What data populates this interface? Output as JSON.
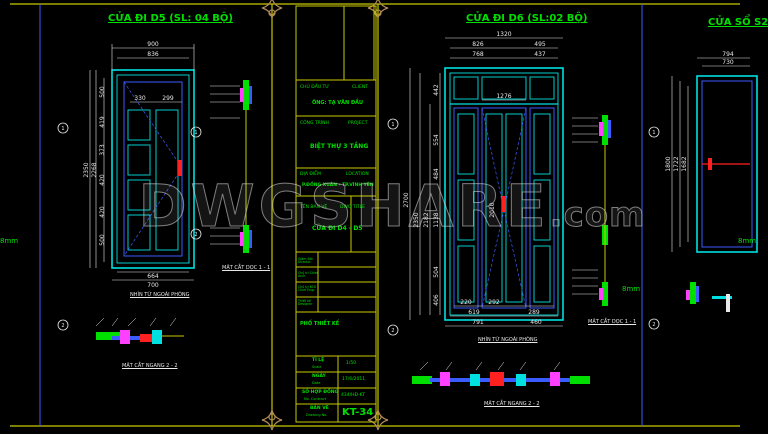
{
  "colors": {
    "background": "#000000",
    "frame_yellow": "#c8c800",
    "dim_white": "#e8e8e8",
    "cad_green": "#00e000",
    "cad_cyan": "#00e0e0",
    "cad_blue": "#3a5cff",
    "cad_red": "#ff2020",
    "cad_magenta": "#ff40ff",
    "ornament": "#b08a5a"
  },
  "drawings": {
    "d5": {
      "title": "CỬA ĐI D5 (SL: 04 BỘ)",
      "width_dims": [
        "900",
        "836"
      ],
      "inner_dims": [
        "330",
        "299"
      ],
      "height_total": [
        "2350",
        "2268"
      ],
      "height_parts": [
        "500",
        "419",
        "373",
        "420",
        "420",
        "500"
      ],
      "bottom_dims": [
        "664",
        "700"
      ],
      "caption_outside": "NHÌN TỪ NGOÀI PHÒNG",
      "section_vertical": "MẶT CẮT DỌC 1 - 1",
      "section_horizontal": "MẶT CẮT NGANG 2 - 2",
      "section_labels": [
        "1",
        "1",
        "2",
        "2"
      ]
    },
    "d6": {
      "title": "CỬA ĐI D6 (SL:02 BỘ)",
      "width_dims": [
        "1320",
        "826",
        "495",
        "768",
        "437"
      ],
      "transom_dim": "1276",
      "height_total": [
        "2700",
        "2350",
        "2182"
      ],
      "height_parts": [
        "442",
        "554",
        "484",
        "1138",
        "504",
        "406"
      ],
      "center_dim": "2010",
      "bottom_dims": [
        "220",
        "292",
        "619",
        "289",
        "791",
        "460"
      ],
      "caption_outside": "NHÌN TỪ NGOÀI PHÒNG",
      "section_vertical": "MẶT CẮT DỌC 1 - 1",
      "section_horizontal": "MẶT CẮT NGANG 2 - 2",
      "section_labels": [
        "1",
        "1",
        "2",
        "2"
      ],
      "detail_note": "8mm"
    },
    "s2": {
      "title": "CỬA SỔ S2",
      "width_dims": [
        "794",
        "730"
      ],
      "height_dims": [
        "1800",
        "1722",
        "1682"
      ],
      "detail_note": "8mm"
    },
    "left_edge_note": "8mm"
  },
  "title_block": {
    "owner_label": "CHỦ ĐẦU TƯ",
    "owner_label_en": "CLIENT",
    "owner_value": "ÔNG: TẠ VĂN ĐẦU",
    "project_label": "CÔNG TRÌNH",
    "project_label_en": "PROJECT",
    "project_value": "BIỆT THỰ 3 TẦNG",
    "location_label": "ĐỊA ĐIỂM",
    "location_label_en": "LOCATION",
    "location_value": "P.ĐỒNG XUÂN - TP.VĨNH YÊN",
    "drawing_label": "TÊN BẢN VẼ",
    "drawing_label_en": "DWG TITLE",
    "drawing_value": "CỬA ĐI D4 - D5",
    "role_rows": [
      "Giám đốc Director",
      "Chủ trì Chief Arch.",
      "Chủ trì KCS Chief Engr.",
      "Thiết kế Designer"
    ],
    "designer_label": "PHỐ THIẾT KẾ",
    "scale_label": "TỈ LỆ",
    "scale_label_en": "Scale",
    "scale_value": "1/50",
    "date_label": "NGÀY",
    "date_label_en": "Date",
    "date_value": "17/6/2011",
    "contract_label": "SỐ HỢP ĐỒNG",
    "contract_label_en": "No. Contract",
    "contract_value": "434/HĐ-KT",
    "sheet_label": "BẢN VẼ",
    "sheet_label_en": "Drawing No.",
    "sheet_value": "KT-34"
  },
  "watermark": {
    "main": "DWGSHARE",
    "suffix": ".com"
  }
}
